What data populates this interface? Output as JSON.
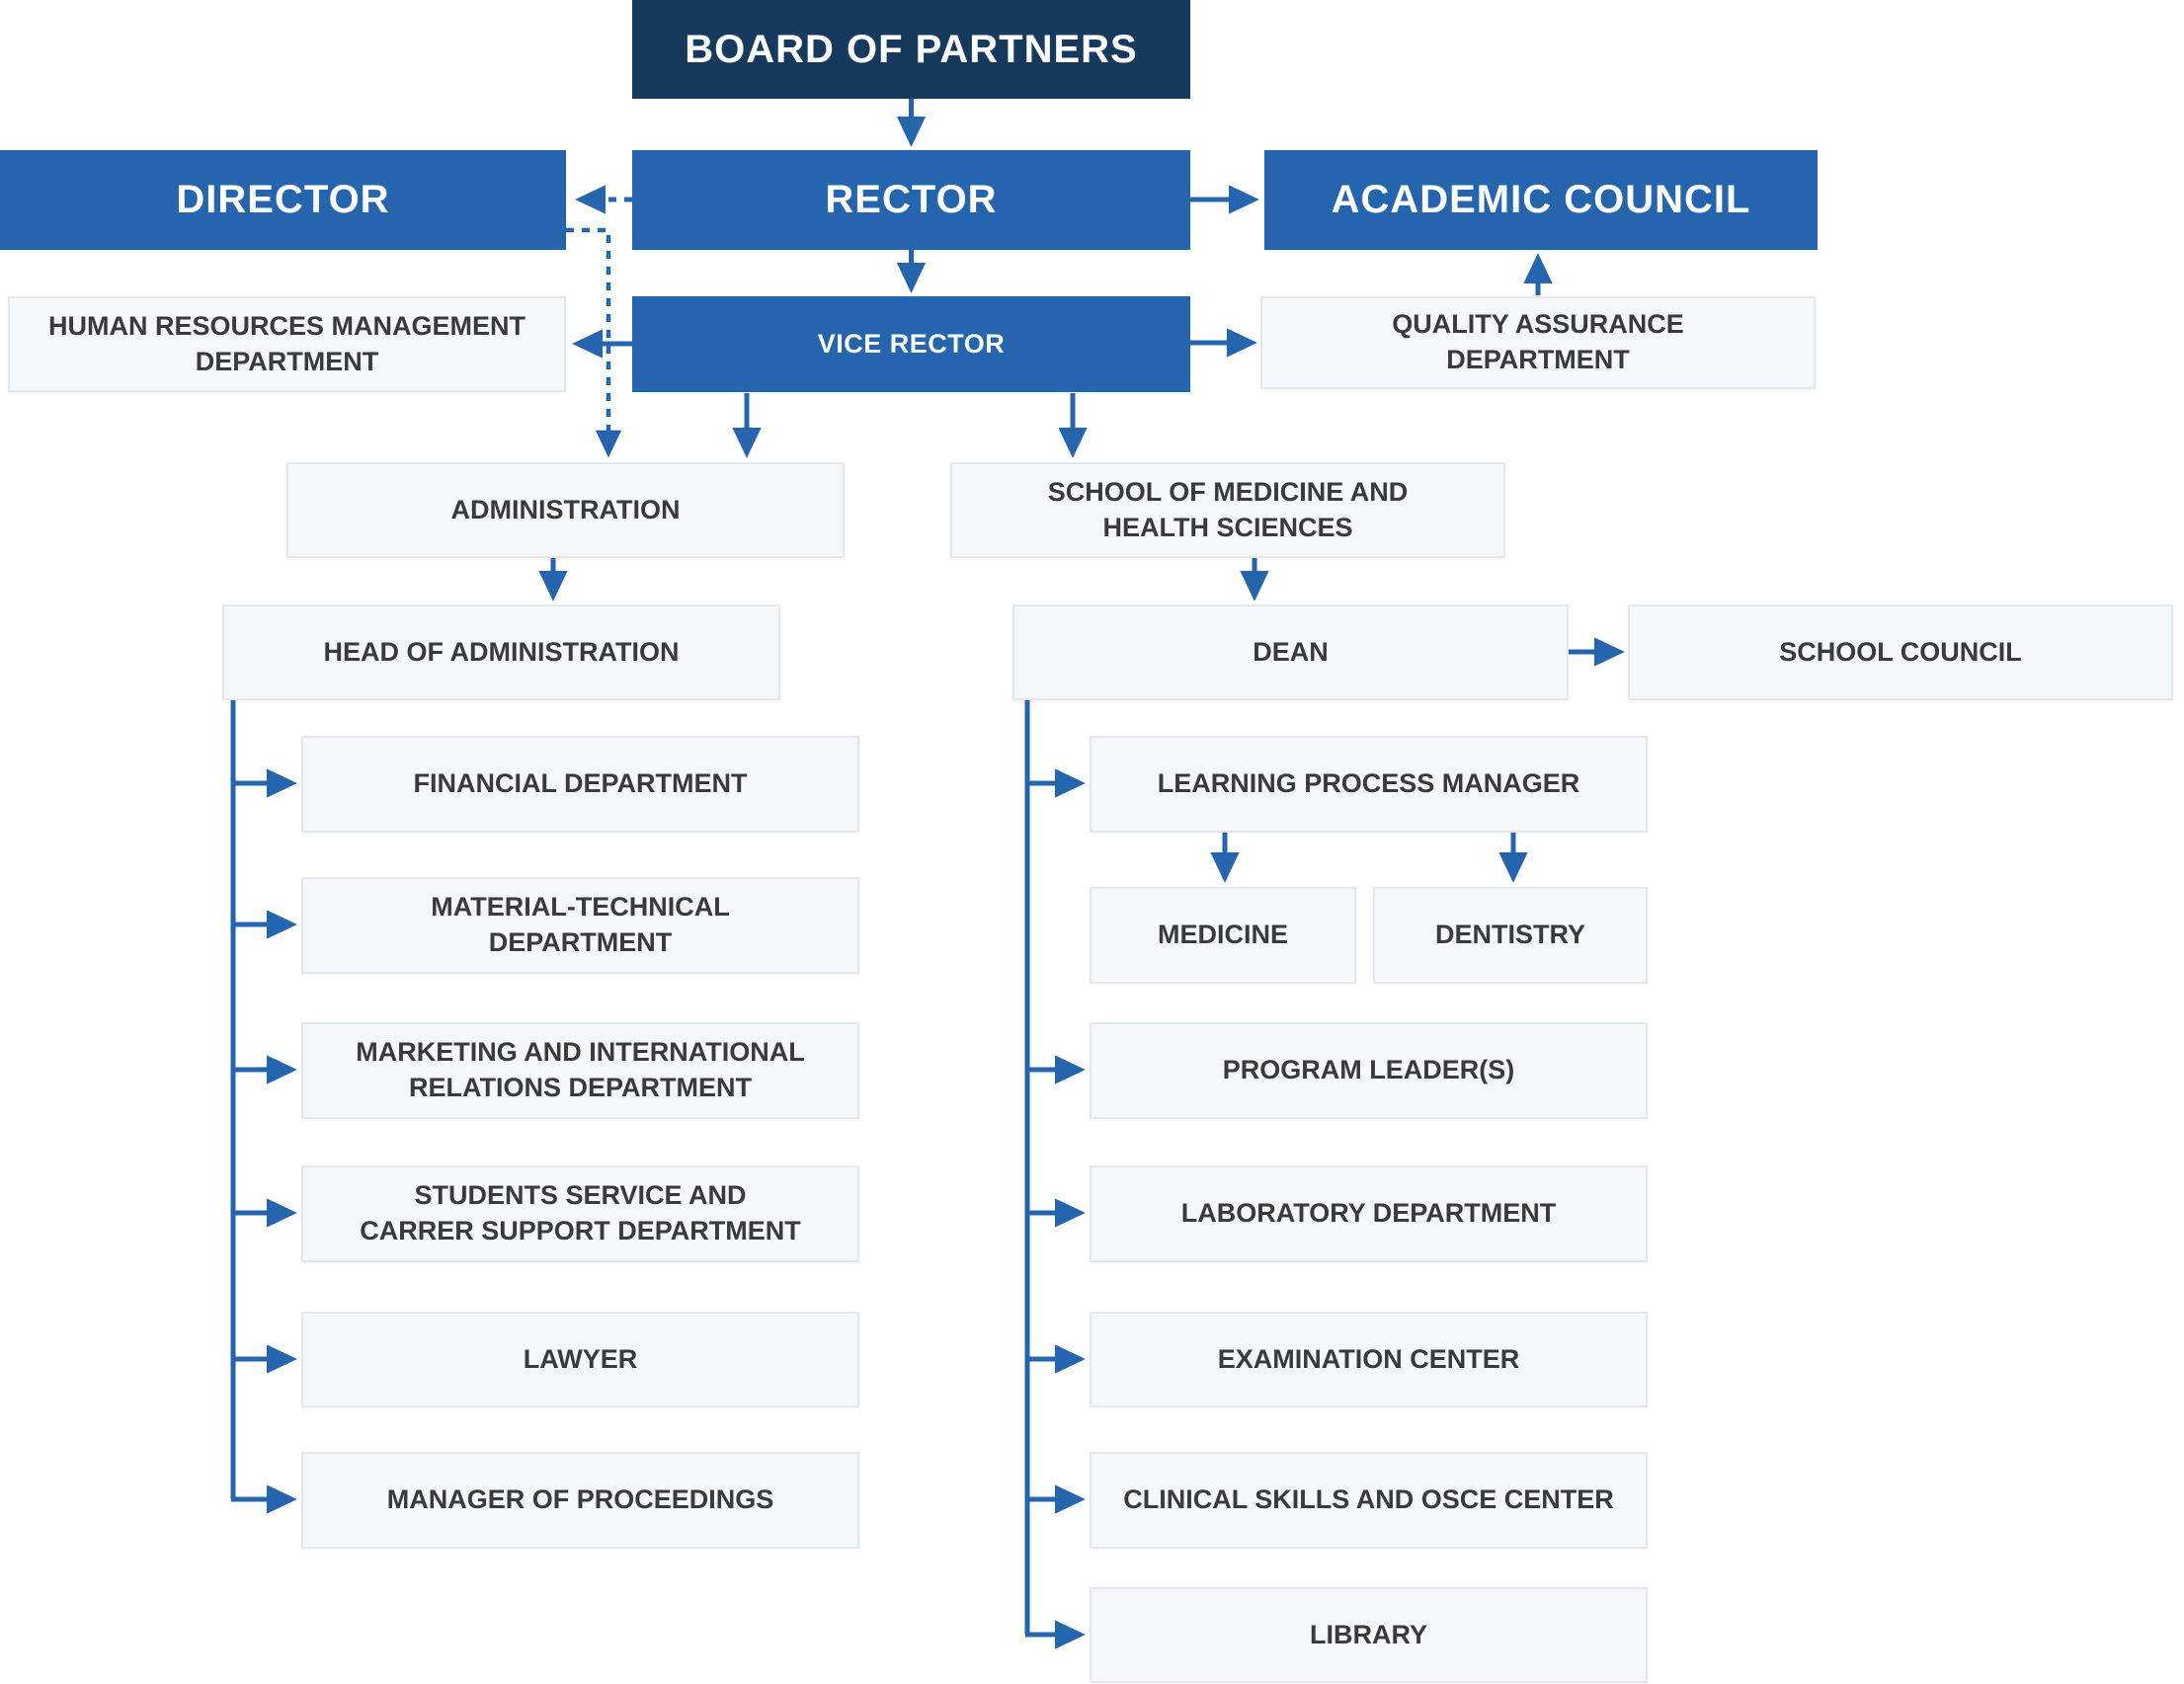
{
  "diagram": {
    "type": "org-chart",
    "colors": {
      "dark_navy_box": "#16395E",
      "blue_box": "#2565AE",
      "light_box_fill": "#F4F8FB",
      "light_box_border": "#E3E8ED",
      "dark_text": "#3A3A3C",
      "white_text": "#FFFFFF",
      "arrow": "#2565AE"
    },
    "nodes": {
      "board": "BOARD OF PARTNERS",
      "director": "DIRECTOR",
      "rector": "RECTOR",
      "academic_council": "ACADEMIC COUNCIL",
      "hr_department": "HUMAN RESOURCES MANAGEMENT\nDEPARTMENT",
      "vice_rector": "VICE RECTOR",
      "qa_department": "QUALITY ASSURANCE\nDEPARTMENT",
      "administration": "ADMINISTRATION",
      "school_of_medicine": "SCHOOL OF MEDICINE AND\nHEALTH SCIENCES",
      "head_of_administration": "HEAD OF ADMINISTRATION",
      "dean": "DEAN",
      "school_council": "SCHOOL COUNCIL",
      "financial": "FINANCIAL DEPARTMENT",
      "material_technical": "MATERIAL-TECHNICAL\nDEPARTMENT",
      "marketing": "MARKETING AND INTERNATIONAL\nRELATIONS DEPARTMENT",
      "students_service": "STUDENTS SERVICE AND\nCARRER SUPPORT DEPARTMENT",
      "lawyer": "LAWYER",
      "manager_of_proceedings": "MANAGER OF PROCEEDINGS",
      "learning_process_manager": "LEARNING PROCESS MANAGER",
      "medicine": "MEDICINE",
      "dentistry": "DENTISTRY",
      "program_leaders": "PROGRAM LEADER(S)",
      "laboratory": "LABORATORY DEPARTMENT",
      "examination_center": "EXAMINATION CENTER",
      "clinical_skills": "CLINICAL SKILLS AND OSCE CENTER",
      "library": "LIBRARY"
    },
    "edges": [
      {
        "from": "board",
        "to": "rector",
        "style": "solid"
      },
      {
        "from": "rector",
        "to": "director",
        "style": "dotted"
      },
      {
        "from": "rector",
        "to": "academic_council",
        "style": "solid"
      },
      {
        "from": "rector",
        "to": "vice_rector",
        "style": "solid"
      },
      {
        "from": "vice_rector",
        "to": "hr_department",
        "style": "solid"
      },
      {
        "from": "vice_rector",
        "to": "qa_department",
        "style": "solid"
      },
      {
        "from": "qa_department",
        "to": "academic_council",
        "style": "solid"
      },
      {
        "from": "director",
        "to": "administration",
        "style": "dotted"
      },
      {
        "from": "vice_rector",
        "to": "administration",
        "style": "solid"
      },
      {
        "from": "vice_rector",
        "to": "school_of_medicine",
        "style": "solid"
      },
      {
        "from": "administration",
        "to": "head_of_administration",
        "style": "solid"
      },
      {
        "from": "school_of_medicine",
        "to": "dean",
        "style": "solid"
      },
      {
        "from": "dean",
        "to": "school_council",
        "style": "solid"
      },
      {
        "from": "head_of_administration",
        "to": "financial",
        "style": "solid"
      },
      {
        "from": "head_of_administration",
        "to": "material_technical",
        "style": "solid"
      },
      {
        "from": "head_of_administration",
        "to": "marketing",
        "style": "solid"
      },
      {
        "from": "head_of_administration",
        "to": "students_service",
        "style": "solid"
      },
      {
        "from": "head_of_administration",
        "to": "lawyer",
        "style": "solid"
      },
      {
        "from": "head_of_administration",
        "to": "manager_of_proceedings",
        "style": "solid"
      },
      {
        "from": "dean",
        "to": "learning_process_manager",
        "style": "solid"
      },
      {
        "from": "learning_process_manager",
        "to": "medicine",
        "style": "solid"
      },
      {
        "from": "learning_process_manager",
        "to": "dentistry",
        "style": "solid"
      },
      {
        "from": "dean",
        "to": "program_leaders",
        "style": "solid"
      },
      {
        "from": "dean",
        "to": "laboratory",
        "style": "solid"
      },
      {
        "from": "dean",
        "to": "examination_center",
        "style": "solid"
      },
      {
        "from": "dean",
        "to": "clinical_skills",
        "style": "solid"
      },
      {
        "from": "dean",
        "to": "library",
        "style": "solid"
      }
    ]
  }
}
